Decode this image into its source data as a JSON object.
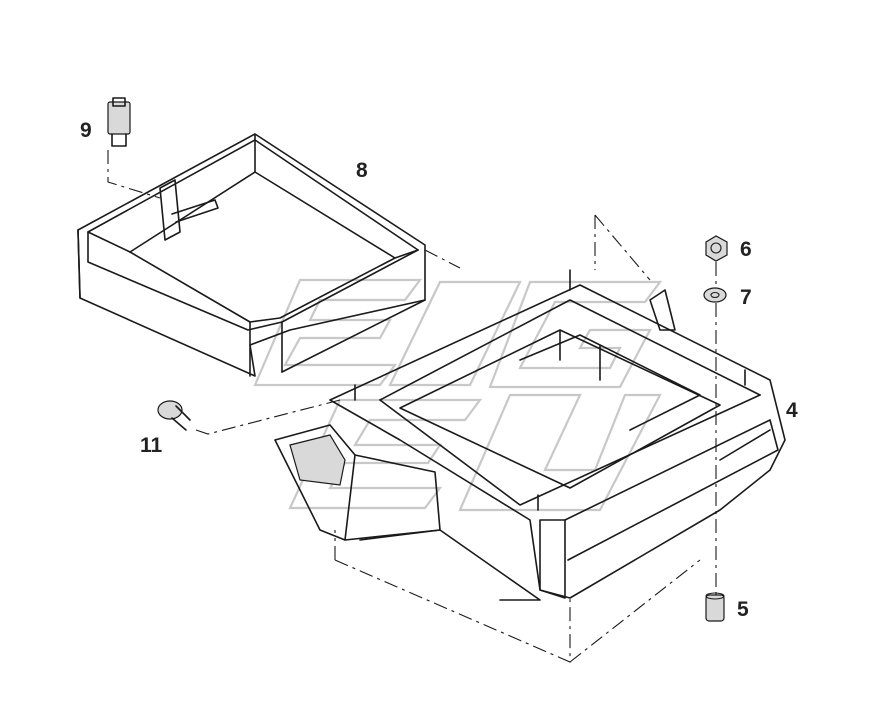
{
  "callouts": {
    "part_4": "4",
    "part_5": "5",
    "part_6": "6",
    "part_7": "7",
    "part_8": "8",
    "part_9": "9",
    "part_11": "11"
  },
  "colors": {
    "line": "#1a1a1a",
    "shade": "#d9d9d9",
    "watermark": "#c8c8c8",
    "background": "#ffffff"
  }
}
